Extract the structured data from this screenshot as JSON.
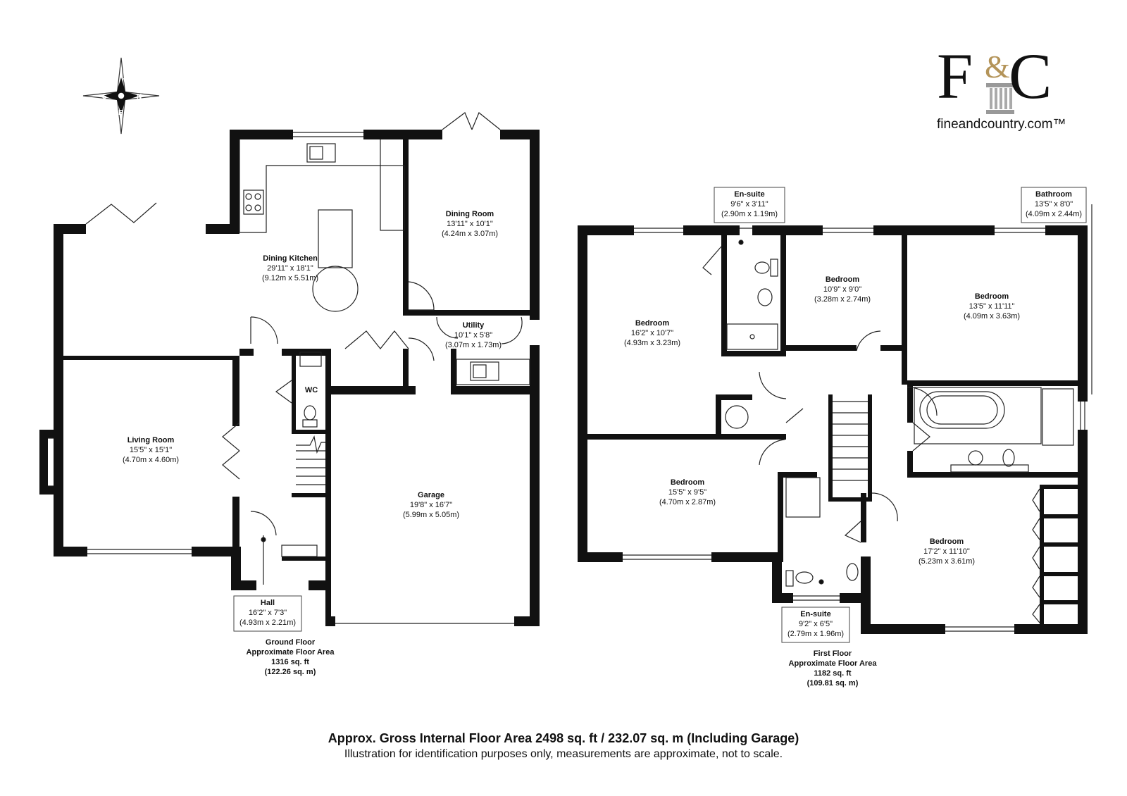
{
  "compass": {
    "n": "N",
    "s": "S",
    "e": "E",
    "w": "W"
  },
  "logo": {
    "f": "F",
    "amp": "&",
    "c": "C",
    "url": "fineandcountry.com™",
    "brand_color": "#b49459"
  },
  "rooms": {
    "dining_kitchen": {
      "name": "Dining Kitchen",
      "imperial": "29'11\" x 18'1\"",
      "metric": "(9.12m x 5.51m)"
    },
    "dining_room": {
      "name": "Dining Room",
      "imperial": "13'11\" x 10'1\"",
      "metric": "(4.24m x 3.07m)"
    },
    "utility": {
      "name": "Utility",
      "imperial": "10'1\" x 5'8\"",
      "metric": "(3.07m x 1.73m)"
    },
    "wc": {
      "name": "WC"
    },
    "living_room": {
      "name": "Living Room",
      "imperial": "15'5\" x 15'1\"",
      "metric": "(4.70m x 4.60m)"
    },
    "garage": {
      "name": "Garage",
      "imperial": "19'8\" x 16'7\"",
      "metric": "(5.99m x 5.05m)"
    },
    "hall": {
      "name": "Hall",
      "imperial": "16'2\" x 7'3\"",
      "metric": "(4.93m x 2.21m)"
    },
    "ensuite_top": {
      "name": "En-suite",
      "imperial": "9'6\" x 3'11\"",
      "metric": "(2.90m x 1.19m)"
    },
    "bathroom": {
      "name": "Bathroom",
      "imperial": "13'5\" x 8'0\"",
      "metric": "(4.09m x 2.44m)"
    },
    "bedroom_1": {
      "name": "Bedroom",
      "imperial": "16'2\" x 10'7\"",
      "metric": "(4.93m x 3.23m)"
    },
    "bedroom_2": {
      "name": "Bedroom",
      "imperial": "10'9\" x 9'0\"",
      "metric": "(3.28m x 2.74m)"
    },
    "bedroom_3": {
      "name": "Bedroom",
      "imperial": "13'5\" x 11'11\"",
      "metric": "(4.09m x 3.63m)"
    },
    "bedroom_4": {
      "name": "Bedroom",
      "imperial": "15'5\" x 9'5\"",
      "metric": "(4.70m x 2.87m)"
    },
    "bedroom_5": {
      "name": "Bedroom",
      "imperial": "17'2\" x 11'10\"",
      "metric": "(5.23m x 3.61m)"
    },
    "ensuite_bottom": {
      "name": "En-suite",
      "imperial": "9'2\" x 6'5\"",
      "metric": "(2.79m x 1.96m)"
    }
  },
  "floors": {
    "ground": {
      "line1": "Ground Floor",
      "line2": "Approximate Floor Area",
      "line3": "1316 sq. ft",
      "line4": "(122.26 sq. m)"
    },
    "first": {
      "line1": "First Floor",
      "line2": "Approximate Floor Area",
      "line3": "1182 sq. ft",
      "line4": "(109.81 sq. m)"
    }
  },
  "footer": {
    "line1": "Approx. Gross Internal Floor Area 2498 sq. ft / 232.07 sq. m (Including Garage)",
    "line2": "Illustration for identification purposes only, measurements are approximate, not to scale."
  }
}
